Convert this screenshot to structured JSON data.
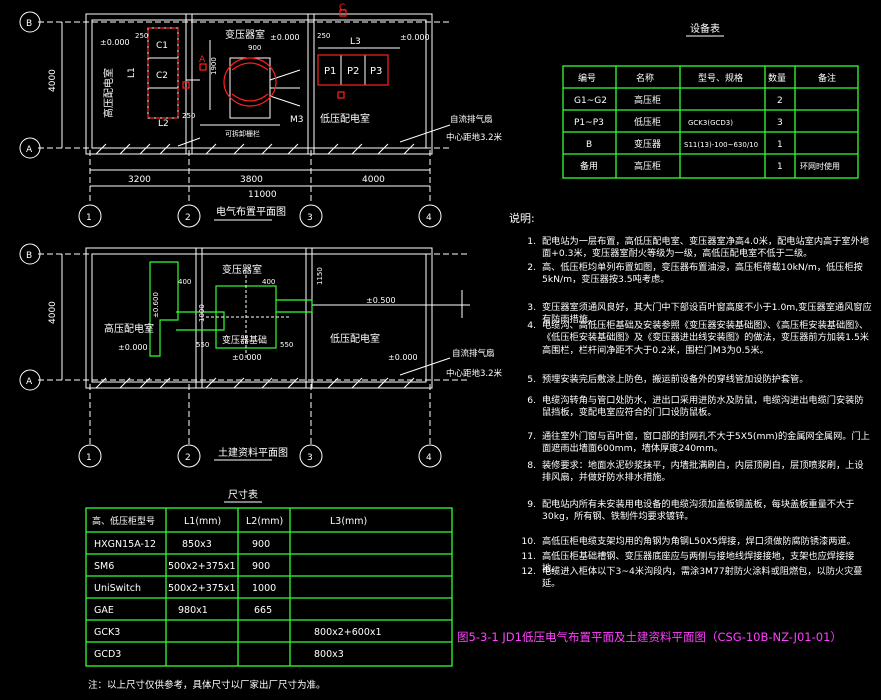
{
  "plan1": {
    "title": "电气布置平面图",
    "axis_letters": [
      "B",
      "A"
    ],
    "axis_numbers": [
      "1",
      "2",
      "3",
      "4"
    ],
    "dim_left": "4000",
    "dims_bottom": [
      "3200",
      "3800",
      "4000"
    ],
    "dim_total": "11000",
    "rooms": {
      "hv": "高压配电室",
      "tr": "变压器室",
      "lv": "低压配电室"
    },
    "levels": [
      "±0.000",
      "±0.000",
      "±0.000"
    ],
    "labels": {
      "c1": "C1",
      "c2": "C2",
      "l1": "L1",
      "l2": "L2",
      "l3": "L3",
      "p1": "P1",
      "p2": "P2",
      "p3": "P3",
      "a_mark": "A",
      "c_mark": "C",
      "m3": "M3",
      "b250a": "250",
      "b250b": "250",
      "b250c": "250",
      "d900": "900",
      "d1900": "1900",
      "gate": "可拆卸栅栏",
      "vent": "自流排气扇",
      "vent2": "中心距地3.2米"
    }
  },
  "plan2": {
    "title": "土建资料平面图",
    "axis_letters": [
      "B",
      "A"
    ],
    "axis_numbers": [
      "1",
      "2",
      "3",
      "4"
    ],
    "dim_left": "4000",
    "rooms": {
      "hv": "高压配电室",
      "tr": "变压器室",
      "base": "变压器基础",
      "lv": "低压配电室"
    },
    "levels": [
      "±0.000",
      "±0.000",
      "±0.500",
      "±0.000"
    ],
    "labels": {
      "d600": "±0.600",
      "d400a": "400",
      "d400b": "400",
      "d550a": "550",
      "d550b": "550",
      "d1150": "1150",
      "d1000": "1000",
      "vent": "自流排气扇",
      "vent2": "中心距地3.2米"
    }
  },
  "equipment_table": {
    "title": "设备表",
    "headers": [
      "编号",
      "名称",
      "型号、规格",
      "数量",
      "备注"
    ],
    "rows": [
      [
        "G1~G2",
        "高压柜",
        "",
        "2",
        ""
      ],
      [
        "P1~P3",
        "低压柜",
        "GCK3(GCD3)",
        "3",
        ""
      ],
      [
        "B",
        "变压器",
        "S11(13)-100~630/10",
        "1",
        ""
      ],
      [
        "备用",
        "高压柜",
        "",
        "1",
        "环网时使用"
      ]
    ]
  },
  "notes": {
    "title": "说明:",
    "items": [
      {
        "n": "1.",
        "t": "配电站为一层布置，高低压配电室、变压器室净高4.0米，配电站室内高于室外地面+0.3米，变压器室耐火等级为一级，高低压配电室不低于二级。"
      },
      {
        "n": "2.",
        "t": "高、低压柜均单列布置如图，变压器布置油浸，高压柜荷载10kN/m，低压柜按5kN/m，变压器按3.5吨考虑。"
      },
      {
        "n": "3.",
        "t": "变压器室须通风良好，其大门中下部设百叶窗高度不小于1.0m,变压器室通风窗应有防雨措施。"
      },
      {
        "n": "4.",
        "t": "电缆沟、高低压柜基础及安装参照《变压器安装基础图》、《高压柜安装基础图》、《低压柜安装基础图》及《变压器进出线安装图》的做法，变压器前方加装1.5米高围栏，栏杆间净距不大于0.2米，围栏门M3为0.5米。"
      },
      {
        "n": "5.",
        "t": "预埋安装完后敷涂上防色，搬运前设备外的穿线管加设防护套管。"
      },
      {
        "n": "6.",
        "t": "电缆沟转角与管口处防水，进出口采用进防水及防鼠，电缆沟进出电缆门安装防鼠挡板，变配电室应符合的门口设防鼠板。"
      },
      {
        "n": "7.",
        "t": "通往室外门窗与百叶窗，窗口部的封网孔不大于5X5(mm)的金属网全属网。门上面遮雨出墙面600mm，墙体厚度240mm。"
      },
      {
        "n": "8.",
        "t": "装修要求：地面水泥砂浆抹平，内墙批满刷白，内层顶刷白，层顶喷浆刷，上设排风扇，并做好防水排水措施。"
      },
      {
        "n": "9.",
        "t": "配电站内所有未安装用电设备的电缆沟须加盖板钢盖板，每块盖板重量不大于30kg，所有钢、铁制件均要求镀锌。"
      },
      {
        "n": "10.",
        "t": "高低压柜电缆支架均用的角钢为角钢L50X5焊接，焊口须做防腐防锈漆两道。"
      },
      {
        "n": "11.",
        "t": "高低压柜基础槽钢、变压器底座应与两侧与接地线焊接接地，支架也应焊接接地。"
      },
      {
        "n": "12.",
        "t": "电缆进入柜体以下3~4米沟段内，需涂3M77射防火涂料或阻燃包，以防火灾蔓延。"
      }
    ]
  },
  "dim_table": {
    "title": "尺寸表",
    "headers": [
      "高、低压柜型号",
      "L1(mm)",
      "L2(mm)",
      "L3(mm)"
    ],
    "rows": [
      [
        "HXGN15A-12",
        "850x3",
        "900",
        ""
      ],
      [
        "SM6",
        "500x2+375x1",
        "900",
        ""
      ],
      [
        "UniSwitch",
        "500x2+375x1",
        "1000",
        ""
      ],
      [
        "GAE",
        "980x1",
        "665",
        ""
      ],
      [
        "GCK3",
        "",
        "",
        "800x2+600x1"
      ],
      [
        "GCD3",
        "",
        "",
        "800x3"
      ]
    ],
    "footnote": "注：以上尺寸仅供参考，具体尺寸以厂家出厂尺寸为准。"
  },
  "caption": "图5-3-1 JD1低压电气布置平面及土建资料平面图（CSG-10B-NZ-J01-01）",
  "colors": {
    "line": "#ffffff",
    "green": "#33ff33",
    "red": "#ff2020",
    "magenta": "#ff40ff",
    "yellow": "#ffff00",
    "bg": "#000000"
  }
}
